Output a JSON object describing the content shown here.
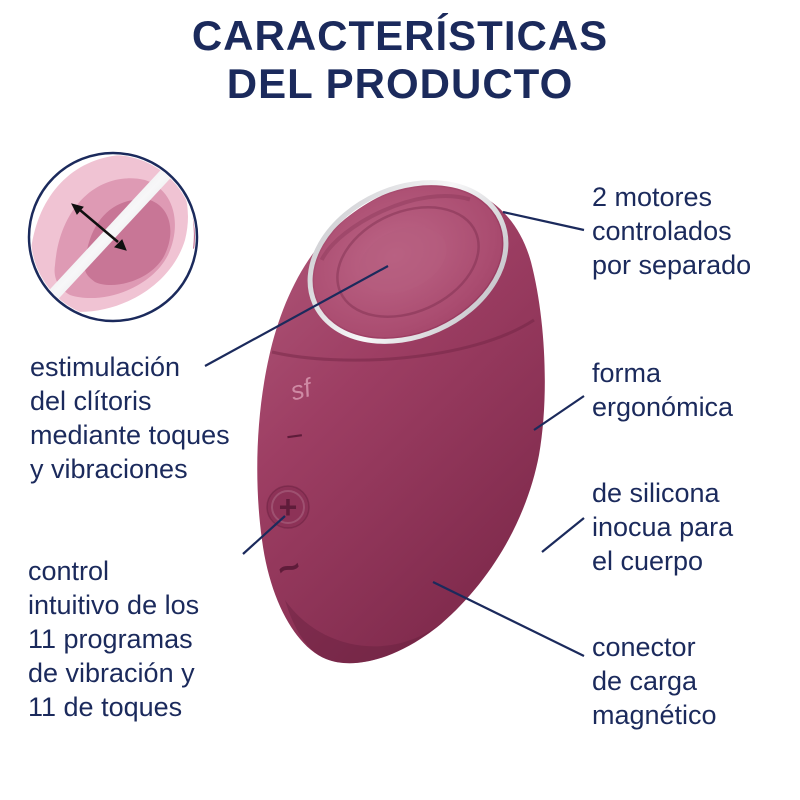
{
  "title": {
    "lines": [
      "CARACTERÍSTICAS",
      "DEL PRODUCTO"
    ]
  },
  "callouts": {
    "motors": {
      "lines": [
        "2 motores",
        "controlados",
        "por separado"
      ]
    },
    "shape": {
      "lines": [
        "forma",
        "ergonómica"
      ]
    },
    "silicone": {
      "lines": [
        "de silicona",
        "inocua para",
        "el cuerpo"
      ]
    },
    "connector": {
      "lines": [
        "conector",
        "de carga",
        "magnético"
      ]
    },
    "stimulation": {
      "lines": [
        "estimulación",
        "del clítoris",
        "mediante toques",
        "y vibraciones"
      ]
    },
    "control": {
      "lines": [
        "control",
        "intuitivo de los",
        "11 programas",
        "de vibración y",
        "11 de toques"
      ]
    }
  },
  "product": {
    "logo": "sf",
    "button_minus": "−",
    "button_plus": "+",
    "button_wave": "~"
  },
  "colors": {
    "navy": "#1b2a5c",
    "body_berry": "#9d3e63",
    "body_dark": "#7f2a4c",
    "body_light": "#b25a7c",
    "silver": "#e8e8ec",
    "inset_pink": "#de9ab4"
  }
}
